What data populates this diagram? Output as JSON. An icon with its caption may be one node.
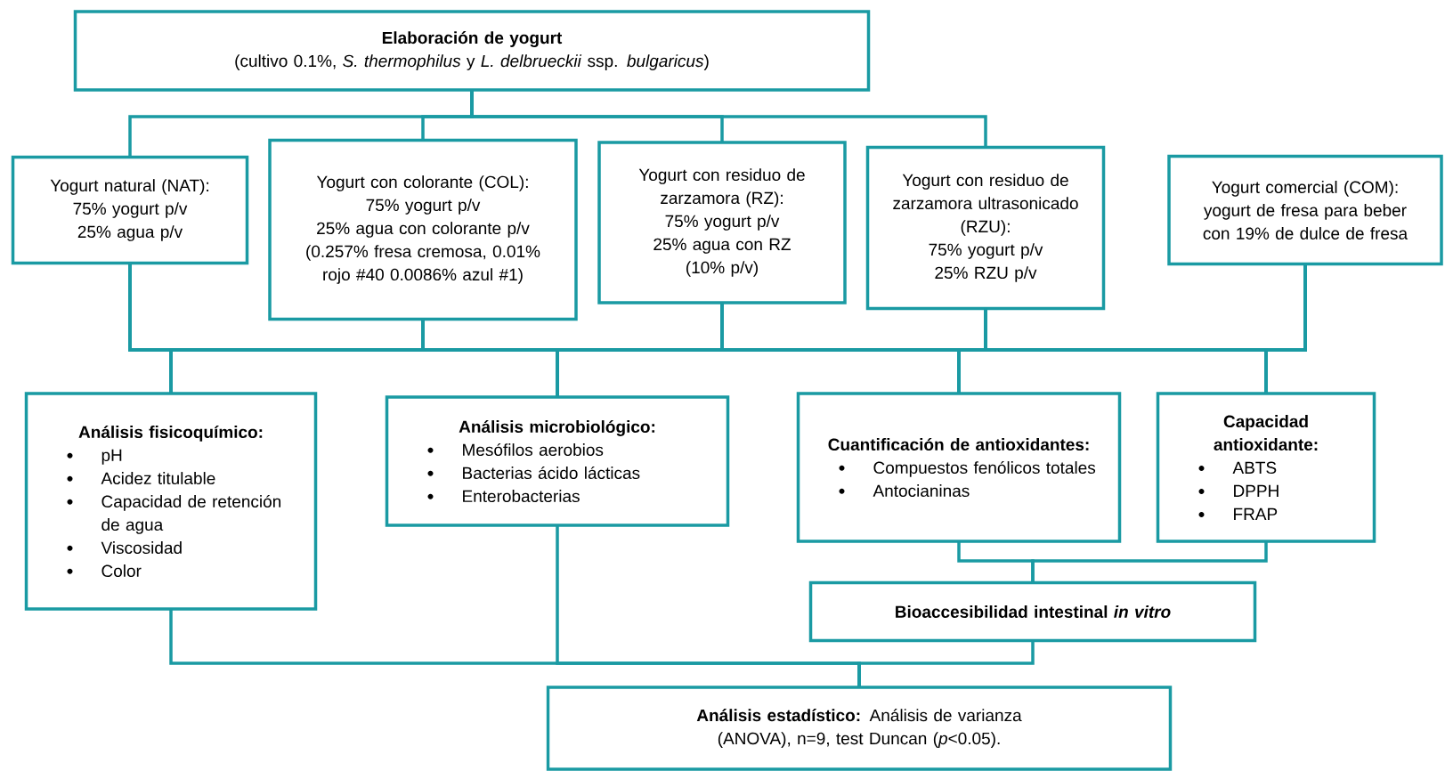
{
  "diagram": {
    "nodes": [
      {
        "text": [
          "Elaboración de yogurt",
          "(cultivo 0.1%, *S. thermophilus* y *L. delbrueckii* ssp. *bulgaricus*)"
        ]
      },
      {
        "text": [
          "Yogurt natural (NAT):",
          "75% yogurt p/v",
          "25% agua p/v"
        ]
      },
      {
        "text": [
          "Yogurt con colorante (COL):",
          "75% yogurt p/v",
          "25% agua con colorante p/v",
          "(0.257% fresa cremosa, 0.01% rojo #40 0.0086% azul #1)"
        ]
      },
      {
        "text": [
          "Yogurt con residuo de zarzamora (RZ):",
          "75% yogurt p/v",
          "25% agua con RZ",
          "(10% p/v)"
        ]
      },
      {
        "text": [
          "Yogurt con residuo de zarzamora ultrasonicado (RZU):",
          "75% yogurt p/v",
          "25% RZU p/v"
        ]
      },
      {
        "text": [
          "Yogurt comercial (COM):",
          "yogurt de fresa para beber con 19% de dulce de fresa"
        ]
      },
      {
        "text": [
          "Análisis fisicoquímico:",
          "pH",
          "Acidez titulable",
          "Capacidad de retención de agua",
          "Viscosidad",
          "Color"
        ]
      },
      {
        "text": [
          "Análisis microbiológico:",
          "Mesófilos aerobios",
          "Bacterias ácido lácticas",
          "Enterobacterias"
        ]
      },
      {
        "text": [
          "Cuantificación de antioxidantes:",
          "Compuestos fenólicos totales",
          "Antocianinas"
        ]
      },
      {
        "text": [
          "Capacidad antioxidante:",
          "ABTS",
          "DPPH",
          "FRAP"
        ]
      },
      {
        "text": [
          "Bioaccesibilidad intestinal *in vitro*"
        ]
      },
      {
        "text": [
          "**Análisis estadístico:** Análisis de varianza (ANOVA), n=9, test Duncan (*p*<0.05)."
        ]
      }
    ],
    "edges": [
      {
        "from": 0,
        "to": 1,
        "arrow": "none"
      },
      {
        "from": 0,
        "to": 2,
        "arrow": "none"
      },
      {
        "from": 0,
        "to": 3,
        "arrow": "none"
      },
      {
        "from": 0,
        "to": 4,
        "arrow": "none"
      },
      {
        "from": 1,
        "to": 6,
        "arrow": "none"
      },
      {
        "from": 1,
        "to": 7,
        "arrow": "none"
      },
      {
        "from": 1,
        "to": 8,
        "arrow": "none"
      },
      {
        "from": 1,
        "to": 9,
        "arrow": "none"
      },
      {
        "from": 2,
        "to": 6,
        "arrow": "none"
      },
      {
        "from": 2,
        "to": 7,
        "arrow": "none"
      },
      {
        "from": 2,
        "to": 8,
        "arrow": "none"
      },
      {
        "from": 2,
        "to": 9,
        "arrow": "none"
      },
      {
        "from": 3,
        "to": 6,
        "arrow": "none"
      },
      {
        "from": 3,
        "to": 7,
        "arrow": "none"
      },
      {
        "from": 3,
        "to": 8,
        "arrow": "none"
      },
      {
        "from": 3,
        "to": 9,
        "arrow": "none"
      },
      {
        "from": 4,
        "to": 6,
        "arrow": "none"
      },
      {
        "from": 4,
        "to": 7,
        "arrow": "none"
      },
      {
        "from": 4,
        "to": 8,
        "arrow": "none"
      },
      {
        "from": 4,
        "to": 9,
        "arrow": "none"
      },
      {
        "from": 5,
        "to": 6,
        "arrow": "none"
      },
      {
        "from": 5,
        "to": 7,
        "arrow": "none"
      },
      {
        "from": 5,
        "to": 8,
        "arrow": "none"
      },
      {
        "from": 5,
        "to": 9,
        "arrow": "none"
      },
      {
        "from": 8,
        "to": 10,
        "arrow": "none"
      },
      {
        "from": 9,
        "to": 10,
        "arrow": "none"
      },
      {
        "from": 6,
        "to": 11,
        "arrow": "none"
      },
      {
        "from": 7,
        "to": 11,
        "arrow": "none"
      },
      {
        "from": 10,
        "to": 11,
        "arrow": "none"
      }
    ]
  }
}
